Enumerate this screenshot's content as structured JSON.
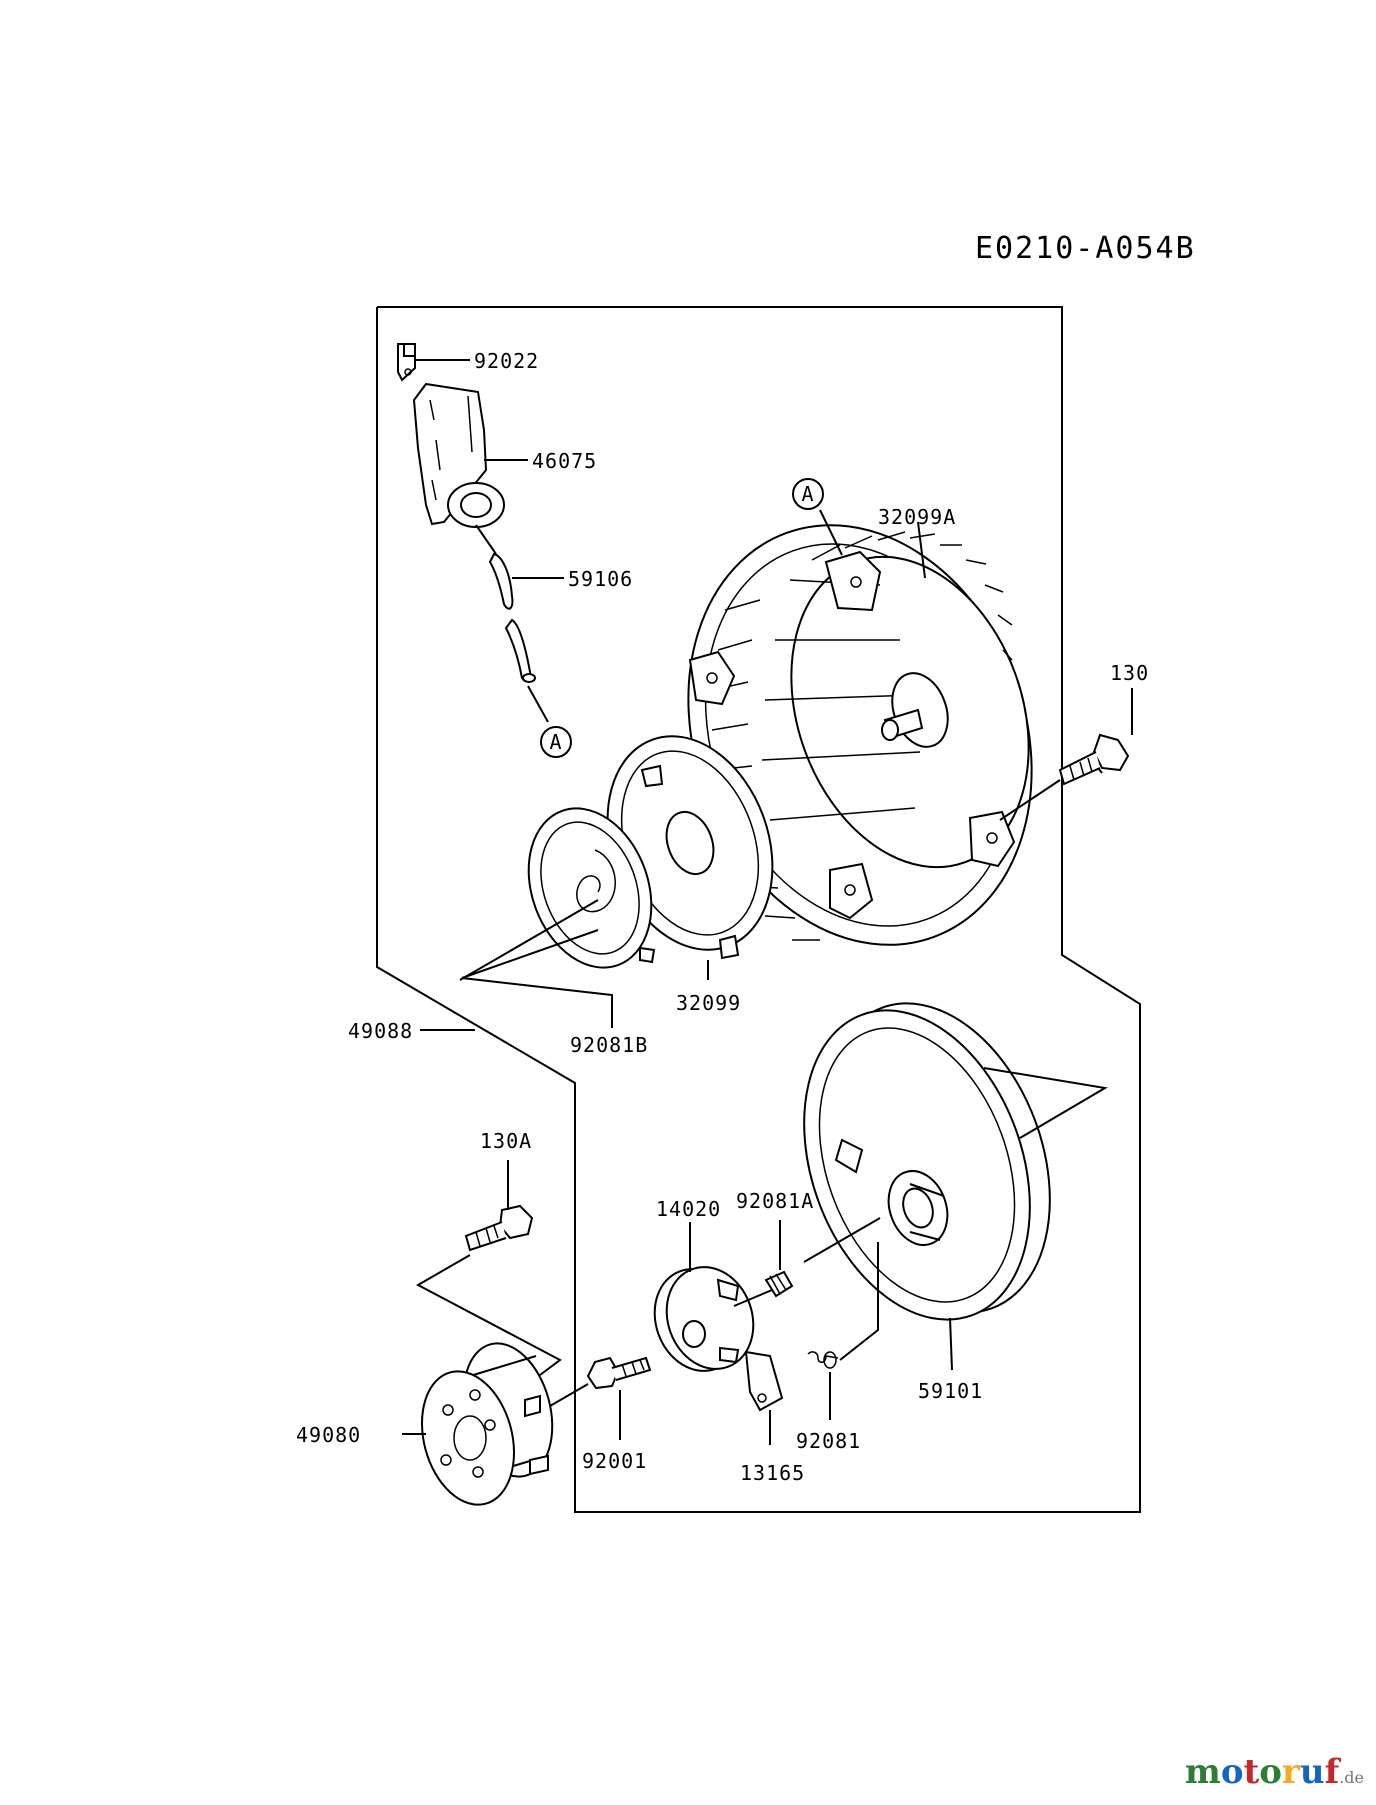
{
  "diagram_code": "E0210-A054B",
  "parts": [
    {
      "id": "92022",
      "label": "92022"
    },
    {
      "id": "46075",
      "label": "46075"
    },
    {
      "id": "59106",
      "label": "59106"
    },
    {
      "id": "32099A",
      "label": "32099A"
    },
    {
      "id": "130",
      "label": "130"
    },
    {
      "id": "32099",
      "label": "32099"
    },
    {
      "id": "92081B",
      "label": "92081B"
    },
    {
      "id": "49088",
      "label": "49088"
    },
    {
      "id": "130A",
      "label": "130A"
    },
    {
      "id": "14020",
      "label": "14020"
    },
    {
      "id": "92081A",
      "label": "92081A"
    },
    {
      "id": "59101",
      "label": "59101"
    },
    {
      "id": "92081",
      "label": "92081"
    },
    {
      "id": "92001",
      "label": "92001"
    },
    {
      "id": "13165",
      "label": "13165"
    },
    {
      "id": "49080",
      "label": "49080"
    }
  ],
  "callouts": [
    {
      "id": "A-top",
      "label": "A"
    },
    {
      "id": "A-bottom",
      "label": "A"
    }
  ],
  "watermark": {
    "letters": [
      "m",
      "o",
      "t",
      "o",
      "r",
      "u",
      "f"
    ],
    "colors": [
      "#2e7d32",
      "#1565c0",
      "#c62828",
      "#2e7d32",
      "#f9a825",
      "#1565c0",
      "#c62828"
    ],
    "suffix": ".de"
  }
}
